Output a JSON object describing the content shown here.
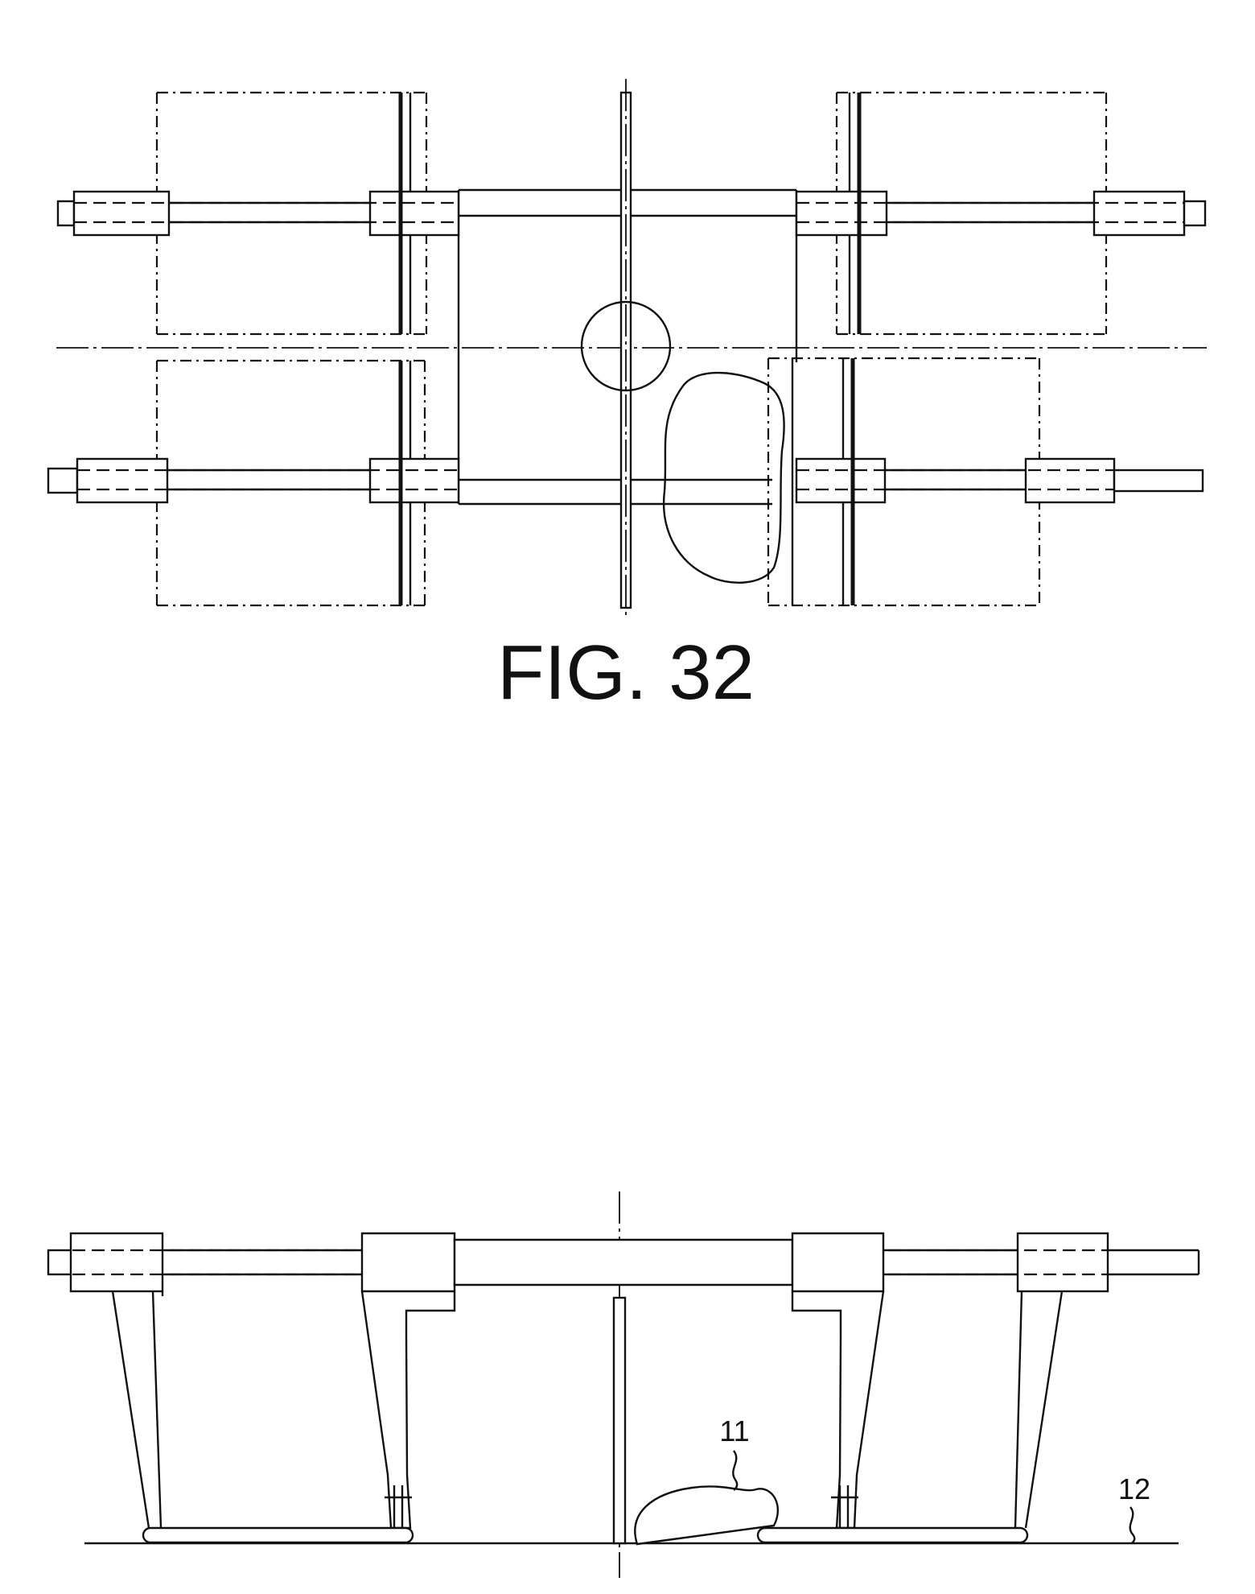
{
  "figures": [
    {
      "caption": "FIG. 32"
    },
    {
      "caption": ""
    }
  ],
  "reference_numerals": {
    "object": "11",
    "ground": "12"
  }
}
